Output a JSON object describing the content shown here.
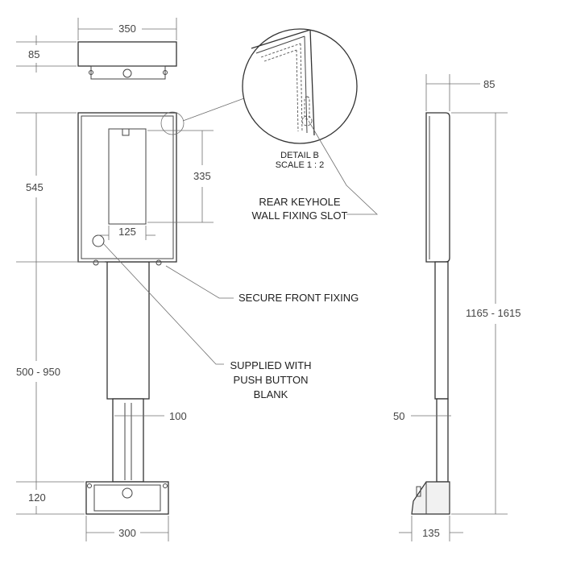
{
  "dimensions": {
    "top_width": "350",
    "top_depth": "85",
    "box_height": "545",
    "window_height": "335",
    "window_width": "125",
    "post_height": "500 - 950",
    "post_width": "100",
    "base_height": "120",
    "base_width": "300",
    "side_depth": "85",
    "overall_height": "1165 - 1615",
    "side_post": "50",
    "side_base": "135"
  },
  "detail": {
    "title": "DETAIL B",
    "scale": "SCALE 1 : 2"
  },
  "callouts": {
    "keyhole_line1": "REAR KEYHOLE",
    "keyhole_line2": "WALL FIXING SLOT",
    "front_fixing": "SECURE FRONT FIXING",
    "blank_line1": "SUPPLIED WITH",
    "blank_line2": "PUSH BUTTON",
    "blank_line3": "BLANK"
  }
}
